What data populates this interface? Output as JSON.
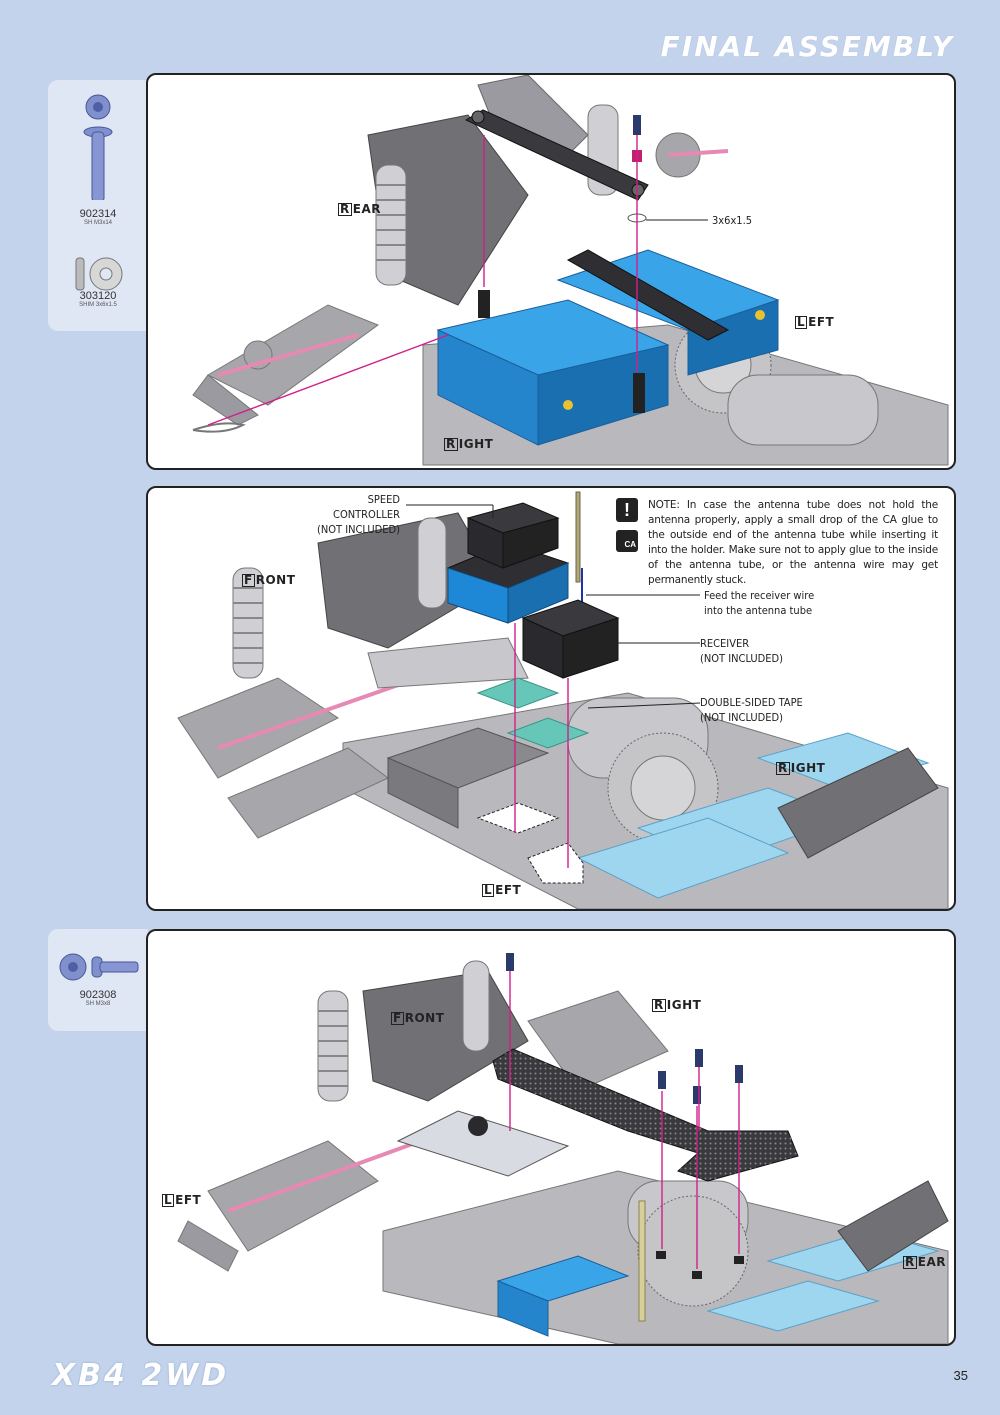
{
  "header": {
    "title": "FINAL ASSEMBLY"
  },
  "parts_step1": [
    {
      "number": "902314",
      "desc": "SH M3x14"
    },
    {
      "number": "303120",
      "desc": "SHIM 3x6x1.5"
    }
  ],
  "parts_step3": [
    {
      "number": "902308",
      "desc": "SH M3x8"
    }
  ],
  "step1": {
    "rear": "EAR",
    "rear_cap": "R",
    "left": "EFT",
    "left_cap": "L",
    "right": "IGHT",
    "right_cap": "R",
    "shim_callout": "3x6x1.5"
  },
  "step2": {
    "front": "RONT",
    "front_cap": "F",
    "right": "IGHT",
    "right_cap": "R",
    "left": "EFT",
    "left_cap": "L",
    "speed_controller_1": "SPEED CONTROLLER",
    "speed_controller_2": "(NOT INCLUDED)",
    "note": "NOTE: In case the antenna tube does not hold the antenna properly, apply a small drop of the CA glue to the outside end of the antenna tube while  inserting it into the holder. Make sure not to apply glue to the inside of the antenna tube, or the antenna wire may get permanently stuck.",
    "ca_icon": "CA",
    "feed_1": "Feed the receiver wire",
    "feed_2": "into the antenna tube",
    "receiver_1": "RECEIVER",
    "receiver_2": "(NOT INCLUDED)",
    "tape_1": "DOUBLE-SIDED TAPE",
    "tape_2": "(NOT INCLUDED)"
  },
  "step3": {
    "front": "RONT",
    "front_cap": "F",
    "right": "IGHT",
    "right_cap": "R",
    "left": "EFT",
    "left_cap": "L",
    "rear": "EAR",
    "rear_cap": "R"
  },
  "footer": {
    "logo": "XB4 2WD",
    "page": "35"
  },
  "colors": {
    "background": "#c3d3ec",
    "accent_blue": "#1e88d6",
    "arrow_magenta": "#d0208a",
    "chassis_gray": "#a9a9ad"
  },
  "icons": [
    "screw-icon",
    "shim-icon",
    "warning-icon",
    "ca-glue-icon"
  ]
}
